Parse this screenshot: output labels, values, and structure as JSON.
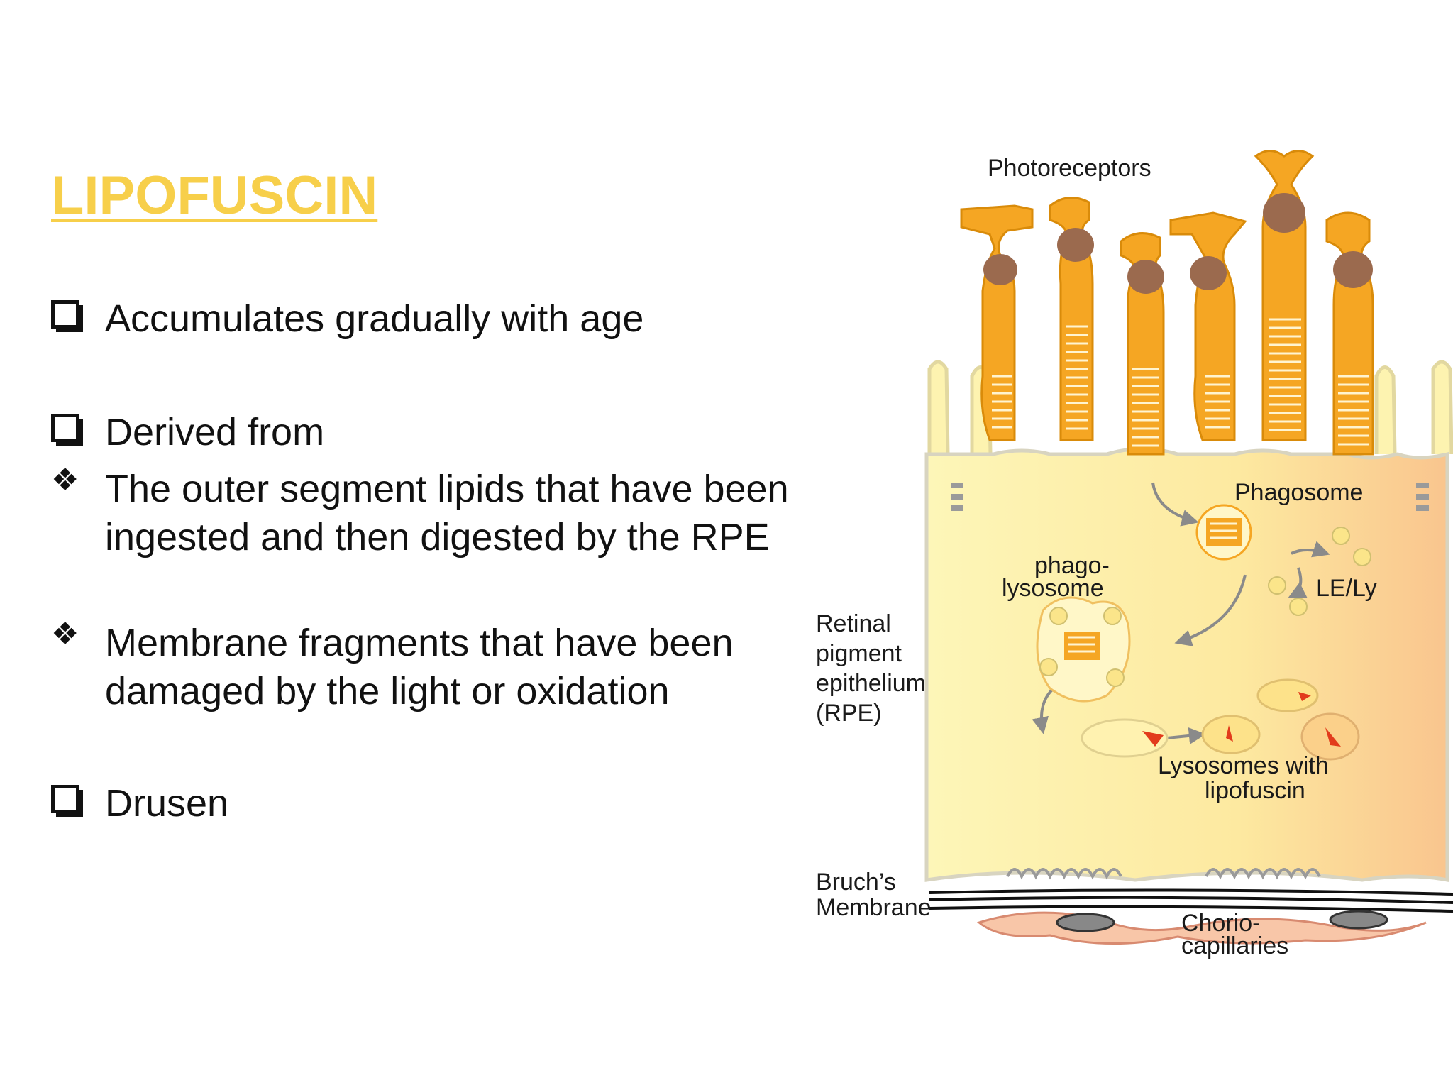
{
  "slide": {
    "title": "LIPOFUSCIN",
    "bullets": [
      {
        "type": "box",
        "text": "Accumulates gradually with age"
      },
      {
        "type": "box",
        "text": "Derived from"
      },
      {
        "type": "diamond",
        "text": "The outer segment lipids that have been ingested and  then digested by the RPE"
      },
      {
        "type": "diamond",
        "text": "Membrane fragments that have been damaged by the light or oxidation"
      },
      {
        "type": "box",
        "text": "Drusen"
      }
    ]
  },
  "diagram": {
    "labels": {
      "photoreceptors": "Photoreceptors",
      "phagosome": "Phagosome",
      "phago_line1": "phago-",
      "phago_line2": "lysosome",
      "le_ly": "LE/Ly",
      "rpe_line1": "Retinal",
      "rpe_line2": "pigment",
      "rpe_line3": "epithelium",
      "rpe_line4": "(RPE)",
      "lyso_line1": "Lysosomes with",
      "lyso_line2": "lipofuscin",
      "bruch_line1": "Bruch’s",
      "bruch_line2": "Membrane",
      "chorio_line1": "Chorio-",
      "chorio_line2": "capillaries"
    },
    "colors": {
      "photoreceptor": "#f5a623",
      "nucleus": "#9b6a4e",
      "rpe_fill": "#fdf0a0",
      "rpe_edge": "#f7c98a",
      "arrow": "#8a8a8a"
    }
  }
}
